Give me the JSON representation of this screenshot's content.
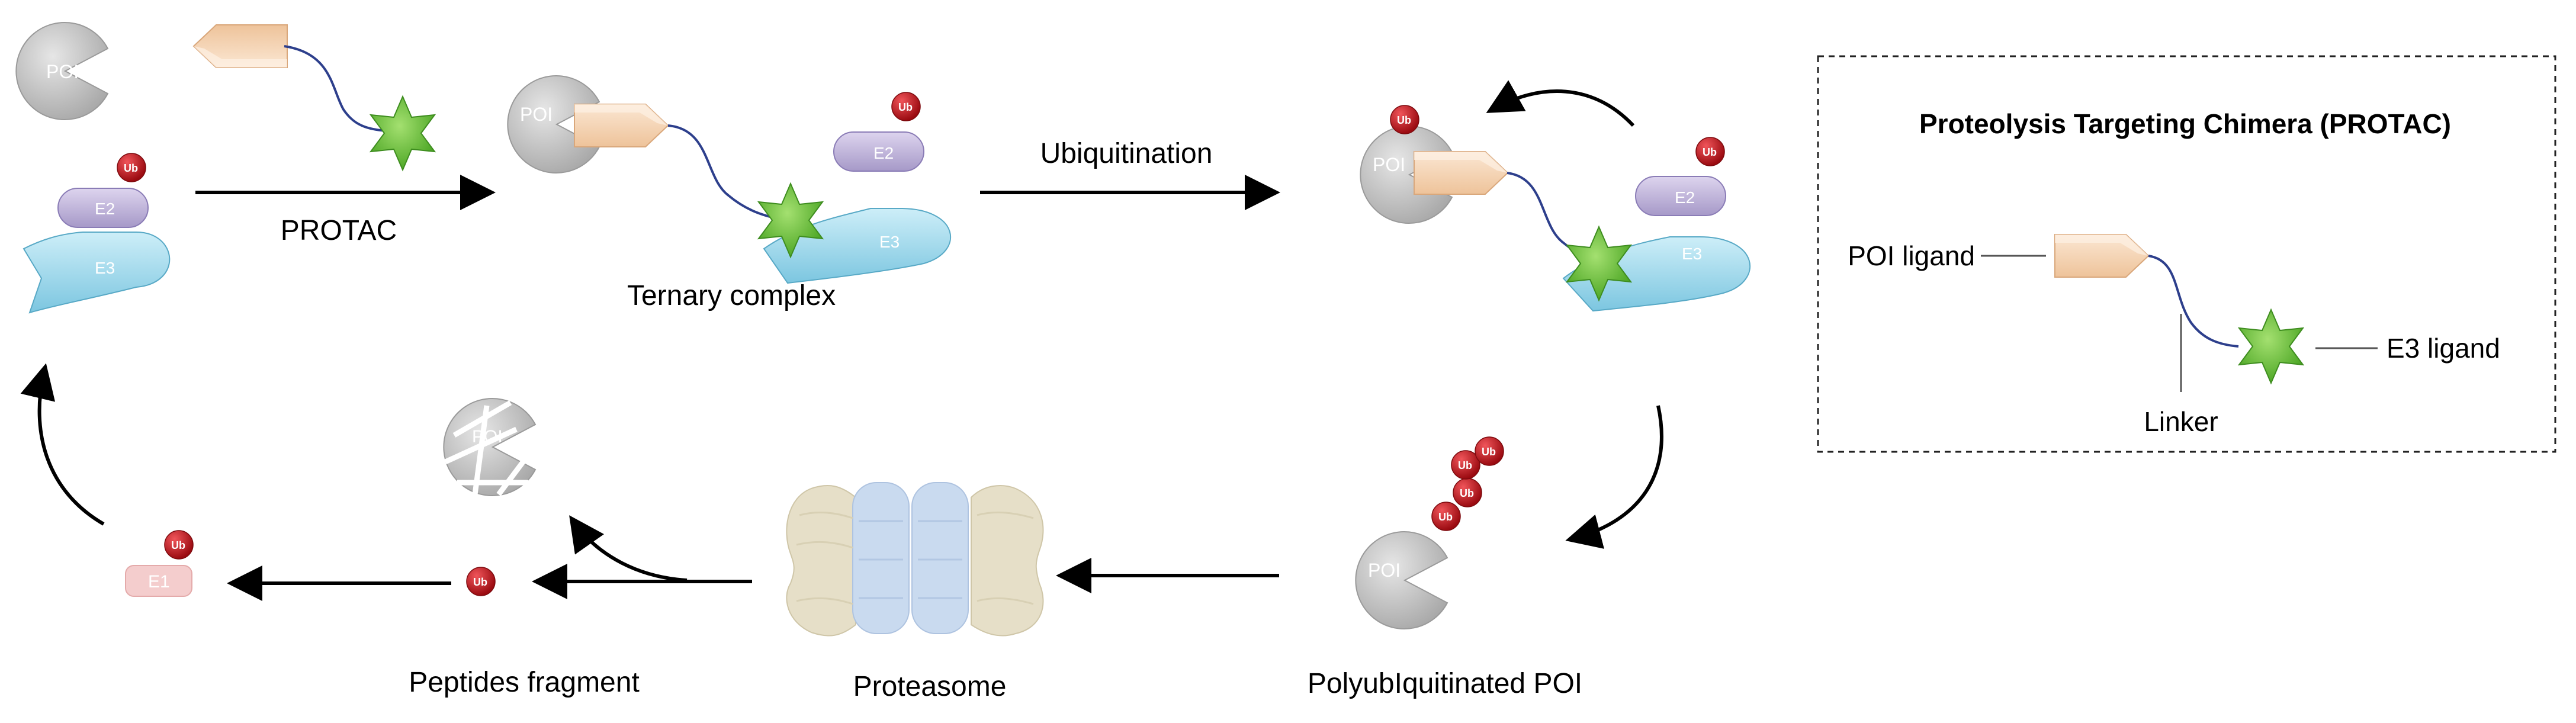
{
  "labels": {
    "protac_arrow": "PROTAC",
    "ternary": "Ternary complex",
    "ubiquitination": "Ubiquitination",
    "polyub": "PolyubIquitinated POI",
    "proteasome": "Proteasome",
    "peptides": "Peptides fragment"
  },
  "legend": {
    "title": "Proteolysis Targeting Chimera (PROTAC)",
    "poi_ligand": "POI ligand",
    "linker": "Linker",
    "e3_ligand": "E3 ligand"
  },
  "glyphs": {
    "poi": "POI",
    "e2": "E2",
    "e3": "E3",
    "e1": "E1",
    "ub": "Ub"
  },
  "colors": {
    "poi": "#c9c9c9",
    "ligand": "#f6d6b8",
    "star": "#6cc43c",
    "e2": "#c2b6dc",
    "e3": "#9fd8ea",
    "ub": "#c8141b",
    "e1": "#f2c8c8",
    "proteasome_tan": "#e3dcc4",
    "proteasome_blue": "#c6d8ef"
  }
}
